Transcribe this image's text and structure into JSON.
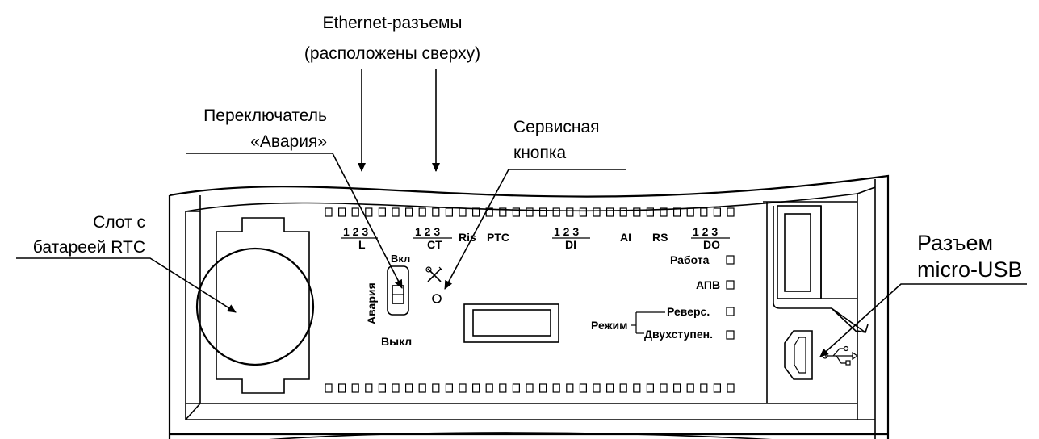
{
  "callouts": {
    "ethernet_line1": "Ethernet-разъемы",
    "ethernet_line2": "(расположены сверху)",
    "switch_line1": "Переключатель",
    "switch_line2": "«Авария»",
    "service_line1": "Сервисная",
    "service_line2": "кнопка",
    "battery_line1": "Слот с",
    "battery_line2": "батареей RTC",
    "usb_line1": "Разъем",
    "usb_line2": "micro-USB"
  },
  "panel": {
    "groups": [
      {
        "id": "l",
        "digits": "1 2 3",
        "name": "L"
      },
      {
        "id": "ct",
        "digits": "1 2 3",
        "name": "CT"
      },
      {
        "id": "di",
        "digits": "1 2 3",
        "name": "DI"
      },
      {
        "id": "do",
        "digits": "1 2 3",
        "name": "DO"
      }
    ],
    "single_labels": {
      "ris": "Ris",
      "ptc": "PTC",
      "ai": "AI",
      "rs": "RS"
    },
    "switch": {
      "on": "Вкл",
      "off": "Выкл",
      "alarm": "Авария"
    },
    "status": {
      "rabota": "Работа",
      "apv": "АПВ"
    },
    "mode": {
      "title": "Режим",
      "reverse": "Реверс.",
      "two_stage": "Двухступен."
    }
  }
}
